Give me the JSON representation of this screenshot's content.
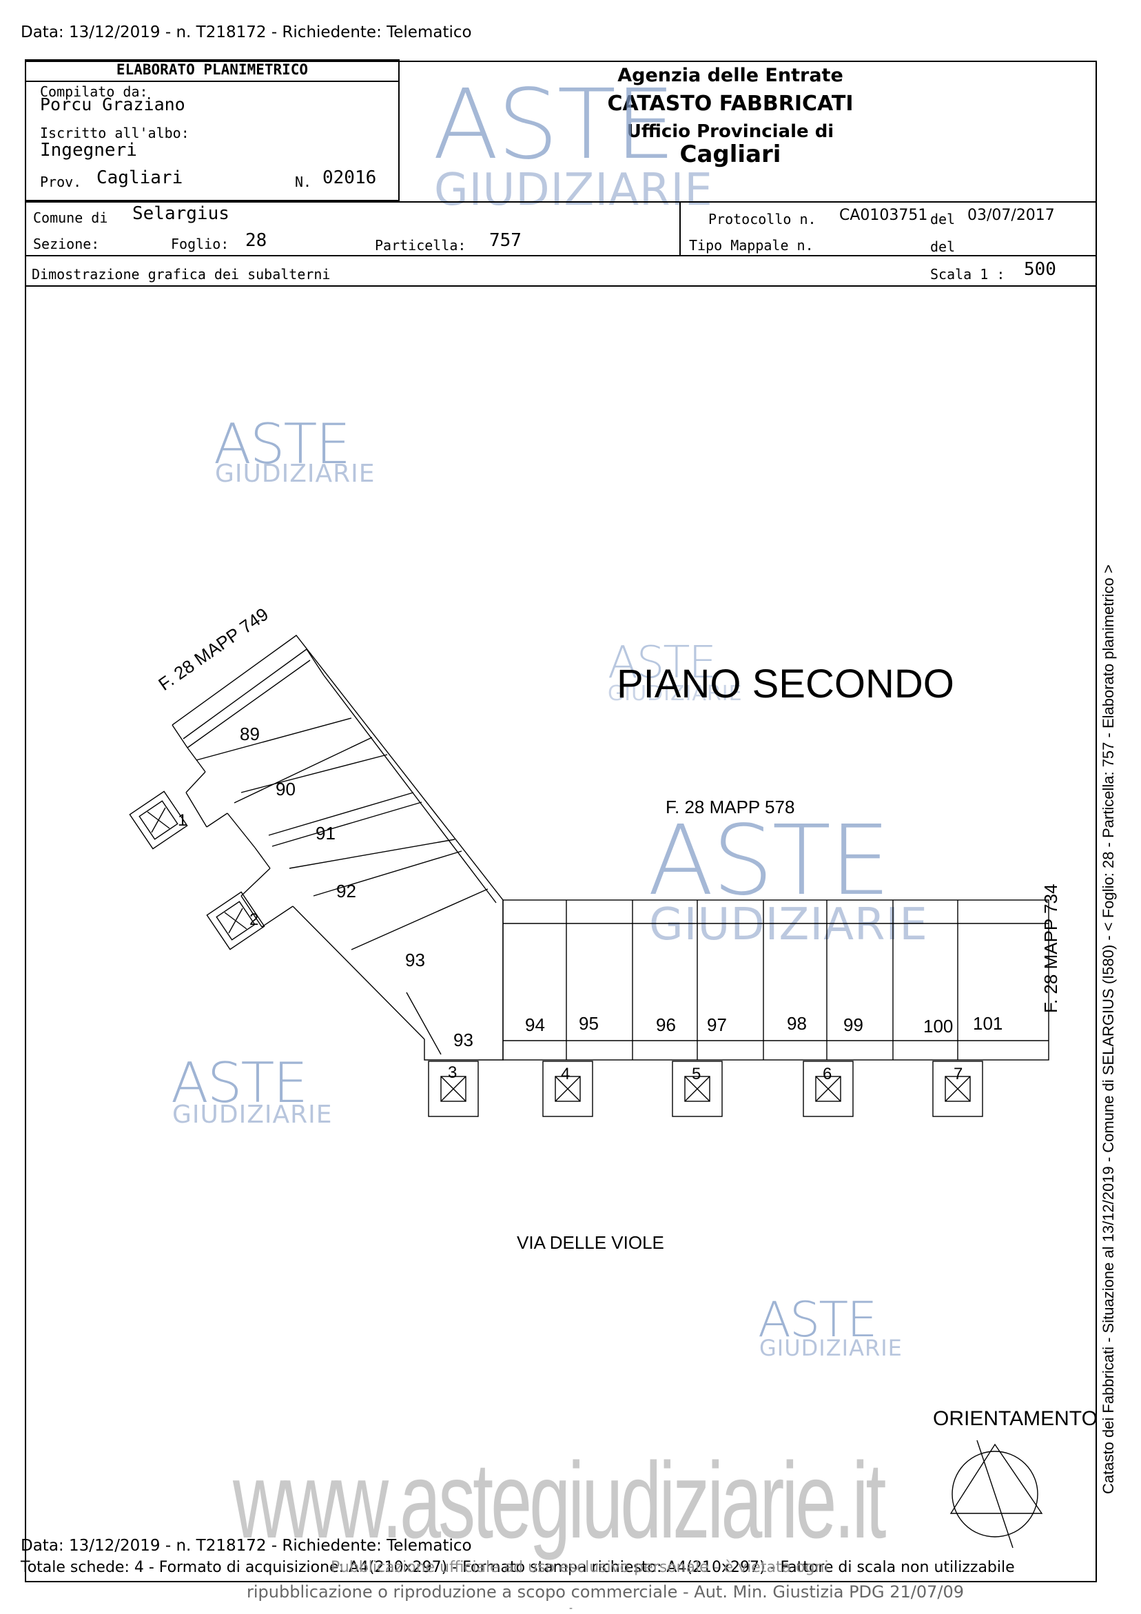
{
  "top_line": "Data: 13/12/2019 - n. T218172 - Richiedente: Telematico",
  "header": {
    "title": "ELABORATO PLANIMETRICO",
    "compilato_label": "Compilato da:",
    "compilato_value": "Porcu Graziano",
    "iscritto_label": "Iscritto all'albo:",
    "iscritto_value": "Ingegneri",
    "prov_label": "Prov.",
    "prov_value": "Cagliari",
    "n_label": "N.",
    "n_value": "02016",
    "agency_line1": "Agenzia delle Entrate",
    "agency_line2": "CATASTO FABBRICATI",
    "agency_line3": "Ufficio Provinciale di",
    "agency_line4": "Cagliari"
  },
  "row2": {
    "comune_label": "Comune di",
    "comune_value": "Selargius",
    "sezione_label": "Sezione:",
    "foglio_label": "Foglio:",
    "foglio_value": "28",
    "particella_label": "Particella:",
    "particella_value": "757",
    "protocollo_label": "Protocollo n.",
    "protocollo_value": "CA0103751",
    "del_label": "del",
    "del_value": "03/07/2017",
    "tipo_label": "Tipo Mappale n.",
    "del2_label": "del"
  },
  "row3": {
    "dimostrazione": "Dimostrazione grafica dei subalterni",
    "scala_label": "Scala 1 :",
    "scala_value": "500"
  },
  "watermark": {
    "aste": "ASTE",
    "giudiziarie": "GIUDIZIARIE",
    "site": "www.astegiudiziarie.it",
    "footer_overlay": "Pubblicazione ufficiale ad uso esclusivo personale - è vietata ogni",
    "footer_line2": "ripubblicazione o riproduzione a scopo commerciale - Aut. Min. Giustizia PDG 21/07/09",
    "dash": "-"
  },
  "plan": {
    "floor_title": "PIANO SECONDO",
    "label_mapp749": "F. 28 MAPP 749",
    "label_mapp578": "F. 28 MAPP 578",
    "label_mapp734": "F. 28 MAPP 734",
    "street": "VIA DELLE VIOLE",
    "orientamento": "ORIENTAMENTO",
    "units": [
      "89",
      "90",
      "91",
      "92",
      "93",
      "93",
      "94",
      "95",
      "96",
      "97",
      "98",
      "99",
      "100",
      "101"
    ],
    "stairs": [
      "1",
      "2",
      "3",
      "4",
      "5",
      "6",
      "7"
    ]
  },
  "side_text": "Catasto dei Fabbricati - Situazione al 13/12/2019 - Comune di SELARGIUS (I580) - < Foglio: 28 - Particella: 757 - Elaborato planimetrico >",
  "footer": {
    "line1": "Data: 13/12/2019 - n. T218172 - Richiedente: Telematico",
    "line2": "Totale schede: 4 - Formato di acquisizione: A4(210x297) - Formato stampa richiesto: A4(210x297) - Fattore di scala non utilizzabile"
  }
}
